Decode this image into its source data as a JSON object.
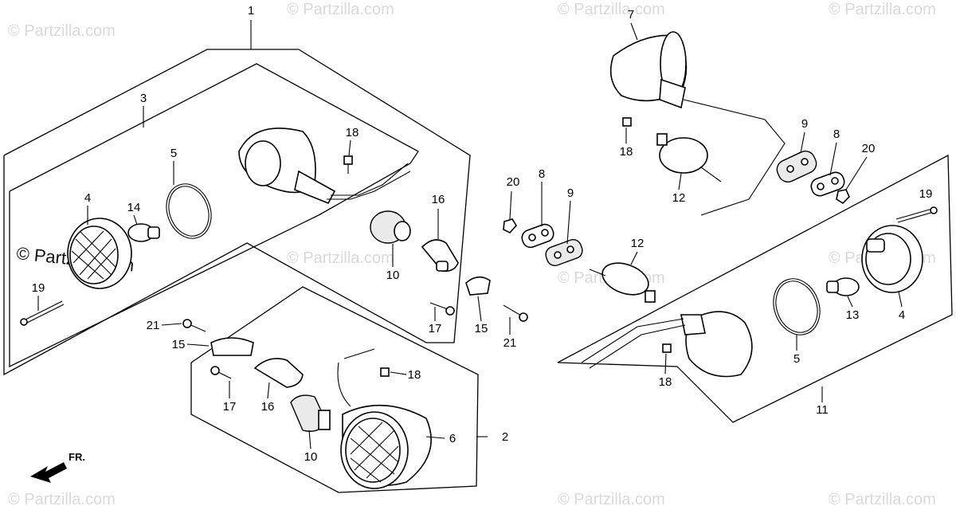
{
  "watermark": {
    "text": "© Partzilla.com"
  },
  "direction_label": "FR.",
  "callouts": {
    "c1": "1",
    "c2": "2",
    "c3": "3",
    "c4a": "4",
    "c4b": "4",
    "c5a": "5",
    "c5b": "5",
    "c6": "6",
    "c7": "7",
    "c8a": "8",
    "c8b": "8",
    "c9a": "9",
    "c9b": "9",
    "c10a": "10",
    "c10b": "10",
    "c11": "11",
    "c12a": "12",
    "c12b": "12",
    "c13": "13",
    "c14": "14",
    "c15a": "15",
    "c15b": "15",
    "c16a": "16",
    "c16b": "16",
    "c17a": "17",
    "c17b": "17",
    "c18a": "18",
    "c18b": "18",
    "c18c": "18",
    "c18d": "18",
    "c19a": "19",
    "c19b": "19",
    "c20a": "20",
    "c20b": "20",
    "c21a": "21",
    "c21b": "21"
  }
}
